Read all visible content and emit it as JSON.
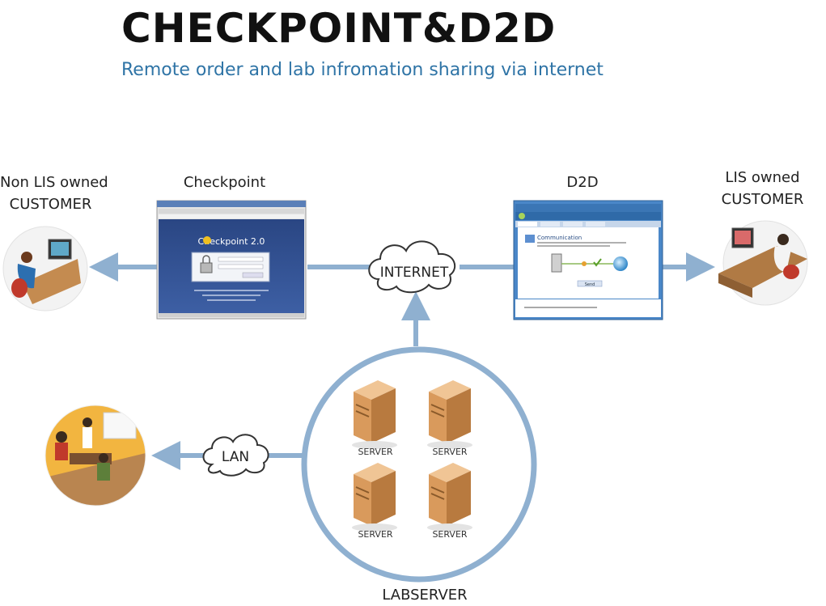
{
  "title": "CHECKPOINT&D2D",
  "subtitle": "Remote order and lab infromation sharing via internet",
  "nodes": {
    "non_lis_customer": {
      "line1": "Non LIS owned",
      "line2": "CUSTOMER"
    },
    "checkpoint": {
      "label": "Checkpoint",
      "screen_brand": "Checkpoint 2.0"
    },
    "internet": {
      "label": "INTERNET"
    },
    "d2d": {
      "label": "D2D",
      "screen_heading": "Communication",
      "screen_button": "Send"
    },
    "lis_customer": {
      "line1": "LIS owned",
      "line2": "CUSTOMER"
    },
    "lan": {
      "label": "LAN"
    },
    "labserver": {
      "label": "LABSERVER",
      "servers": [
        "SERVER",
        "SERVER",
        "SERVER",
        "SERVER"
      ]
    }
  },
  "colors": {
    "connector": "#8fb0d0",
    "title": "#111111",
    "subtitle": "#2f74a6",
    "checkpoint_screen": "#2e4a8c",
    "d2d_frame": "#4a87c8",
    "server_body": "#d99a5c"
  }
}
